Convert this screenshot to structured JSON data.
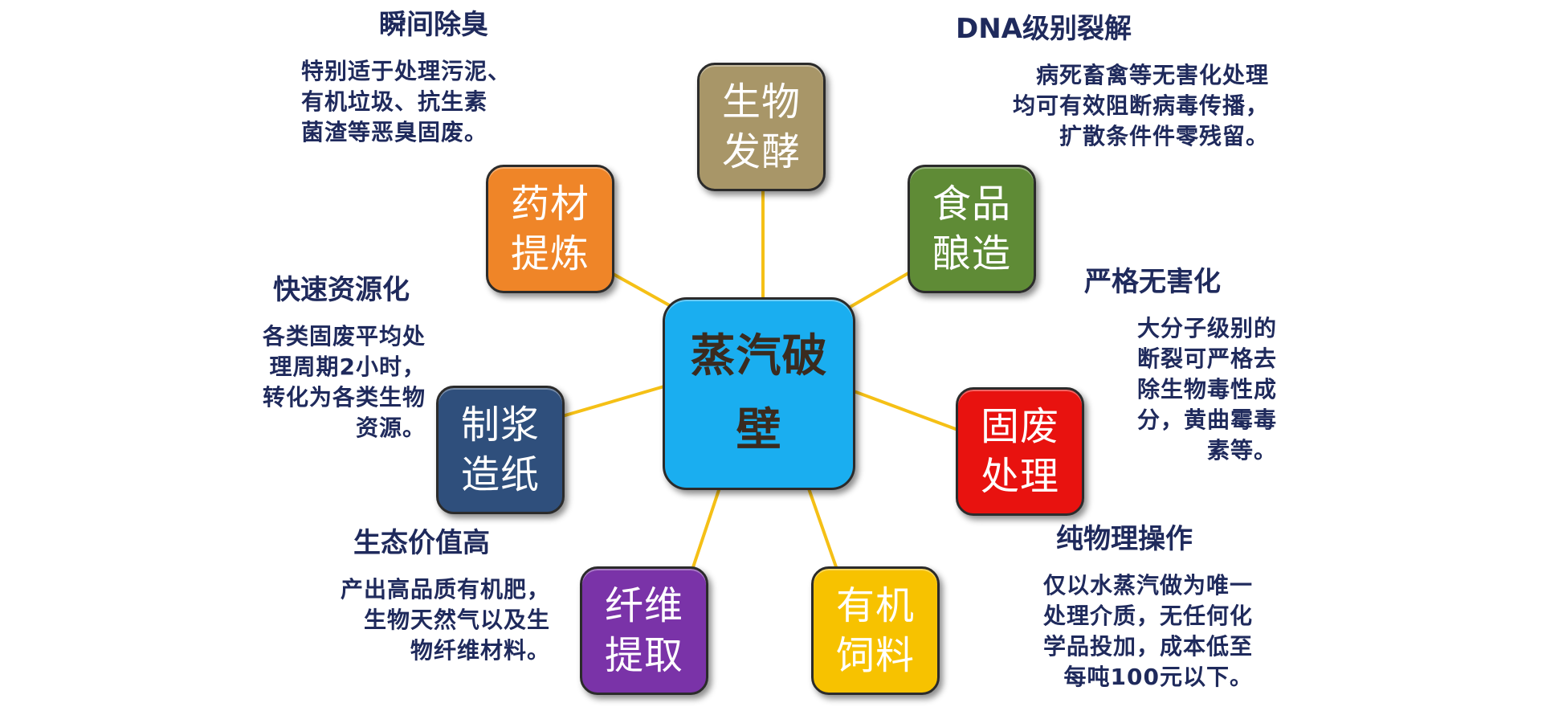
{
  "center": {
    "lines": [
      "蒸汽破",
      "壁"
    ],
    "color": "#1aaef0"
  },
  "nodes": [
    {
      "id": "bio-ferment",
      "lines": [
        "生物",
        "发酵"
      ],
      "color": "#a89668"
    },
    {
      "id": "food-brew",
      "lines": [
        "食品",
        "酿造"
      ],
      "color": "#5f8b36"
    },
    {
      "id": "solid-waste",
      "lines": [
        "固废",
        "处理"
      ],
      "color": "#e8120f"
    },
    {
      "id": "organic-feed",
      "lines": [
        "有机",
        "饲料"
      ],
      "color": "#f7c200"
    },
    {
      "id": "fiber-extract",
      "lines": [
        "纤维",
        "提取"
      ],
      "color": "#7a33a8"
    },
    {
      "id": "pulp-paper",
      "lines": [
        "制浆",
        "造纸"
      ],
      "color": "#2f4f7c"
    },
    {
      "id": "herb-extract",
      "lines": [
        "药材",
        "提炼"
      ],
      "color": "#ef8528"
    }
  ],
  "connector_color": "#f5c016",
  "labels": [
    {
      "id": "instant-deodor",
      "title": "瞬间除臭",
      "desc": [
        "特别适于处理污泥、",
        "有机垃圾、抗生素",
        "菌渣等恶臭固废。"
      ]
    },
    {
      "id": "dna-level",
      "title": "DNA级别裂解",
      "desc": [
        "病死畜禽等无害化处理",
        "均可有效阻断病毒传播，",
        "扩散条件件零残留。"
      ]
    },
    {
      "id": "fast-resource",
      "title": "快速资源化",
      "desc": [
        "各类固废平均处",
        "理周期2小时，",
        "转化为各类生物",
        "资源。"
      ]
    },
    {
      "id": "strict-harmless",
      "title": "严格无害化",
      "desc": [
        "大分子级别的",
        "断裂可严格去",
        "除生物毒性成",
        "分，黄曲霉毒",
        "素等。"
      ]
    },
    {
      "id": "eco-value",
      "title": "生态价值高",
      "desc": [
        "产出高品质有机肥，",
        "生物天然气以及生",
        "物纤维材料。"
      ]
    },
    {
      "id": "pure-physical",
      "title": "纯物理操作",
      "desc": [
        "仅以水蒸汽做为唯一",
        "处理介质，无任何化",
        "学品投加，成本低至",
        "每吨100元以下。"
      ]
    }
  ]
}
